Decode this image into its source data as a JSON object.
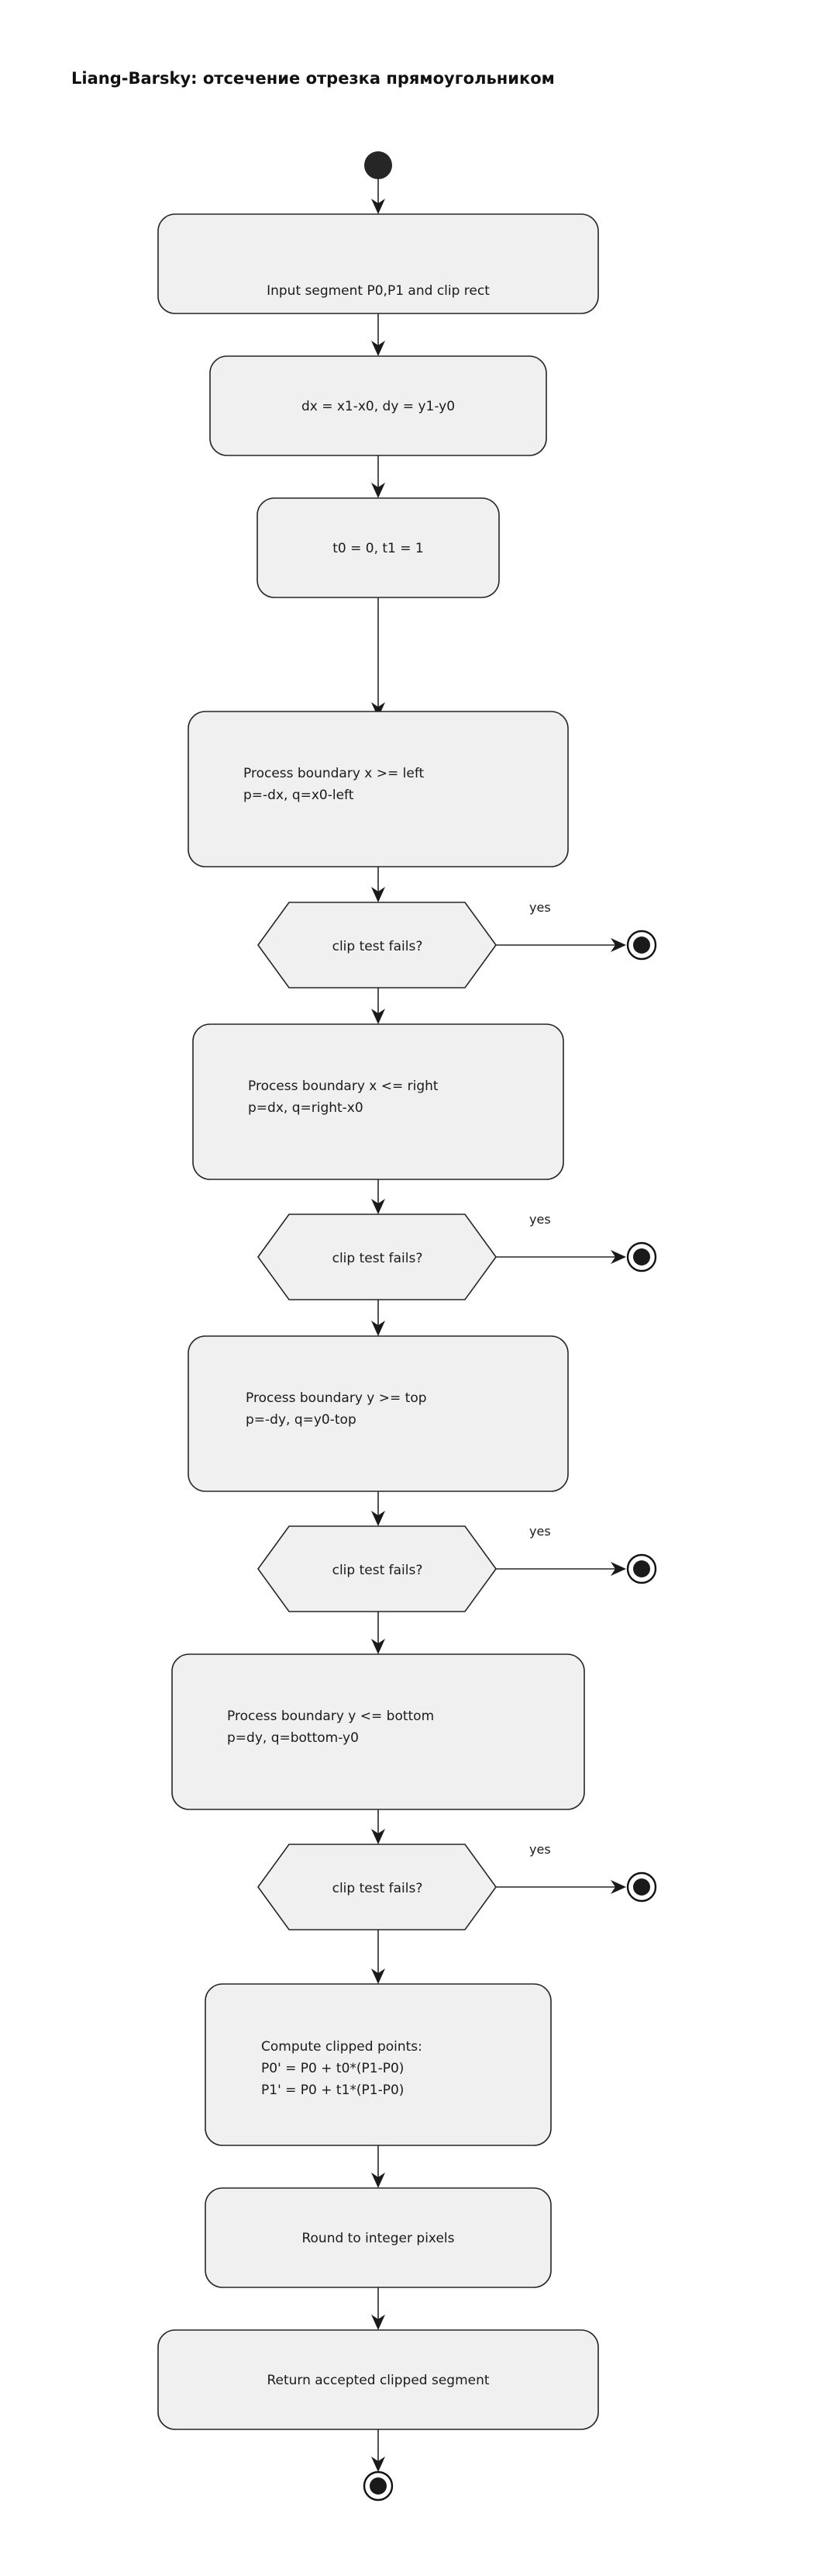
{
  "diagram": {
    "title": "Liang-Barsky: отсечение отрезка прямоугольником",
    "type": "activity-flowchart",
    "colors": {
      "node_fill": "#f0f0f0",
      "node_stroke": "#262626",
      "edge_stroke": "#262626",
      "text": "#1a1a1a",
      "background": "#ffffff",
      "terminator_fill": "#262626"
    },
    "start_node": {
      "name": "start",
      "shape": "filled-circle"
    },
    "nodes": [
      {
        "id": "n1",
        "shape": "rounded-rect",
        "align": "center",
        "lines": [
          "Input segment P0,P1 and clip rect"
        ]
      },
      {
        "id": "n2",
        "shape": "rounded-rect",
        "align": "center",
        "lines": [
          "dx = x1-x0, dy = y1-y0"
        ]
      },
      {
        "id": "n3",
        "shape": "rounded-rect",
        "align": "center",
        "lines": [
          "t0 = 0, t1 = 1"
        ]
      },
      {
        "id": "n4",
        "shape": "rounded-rect",
        "align": "left",
        "lines": [
          "Process boundary x >= left",
          "p=-dx, q=x0-left"
        ]
      },
      {
        "id": "d1",
        "shape": "hexagon",
        "align": "center",
        "lines": [
          "clip test fails?"
        ]
      },
      {
        "id": "n5",
        "shape": "rounded-rect",
        "align": "left",
        "lines": [
          "Process boundary x <= right",
          "p=dx, q=right-x0"
        ]
      },
      {
        "id": "d2",
        "shape": "hexagon",
        "align": "center",
        "lines": [
          "clip test fails?"
        ]
      },
      {
        "id": "n6",
        "shape": "rounded-rect",
        "align": "left",
        "lines": [
          "Process boundary y >= top",
          "p=-dy, q=y0-top"
        ]
      },
      {
        "id": "d3",
        "shape": "hexagon",
        "align": "center",
        "lines": [
          "clip test fails?"
        ]
      },
      {
        "id": "n7",
        "shape": "rounded-rect",
        "align": "left",
        "lines": [
          "Process boundary y <= bottom",
          "p=dy, q=bottom-y0"
        ]
      },
      {
        "id": "d4",
        "shape": "hexagon",
        "align": "center",
        "lines": [
          "clip test fails?"
        ]
      },
      {
        "id": "n8",
        "shape": "rounded-rect",
        "align": "left",
        "lines": [
          "Compute clipped points:",
          "P0' = P0 + t0*(P1-P0)",
          "P1' = P0 + t1*(P1-P0)"
        ]
      },
      {
        "id": "n9",
        "shape": "rounded-rect",
        "align": "center",
        "lines": [
          "Round to integer pixels"
        ]
      },
      {
        "id": "n10",
        "shape": "rounded-rect",
        "align": "center",
        "lines": [
          "Return accepted clipped segment"
        ]
      }
    ],
    "branch_labels": [
      "yes",
      "yes",
      "yes",
      "yes"
    ],
    "end_nodes": [
      {
        "id": "e1",
        "shape": "double-circle"
      },
      {
        "id": "e2",
        "shape": "double-circle"
      },
      {
        "id": "e3",
        "shape": "double-circle"
      },
      {
        "id": "e4",
        "shape": "double-circle"
      },
      {
        "id": "e5",
        "shape": "double-circle"
      }
    ]
  }
}
